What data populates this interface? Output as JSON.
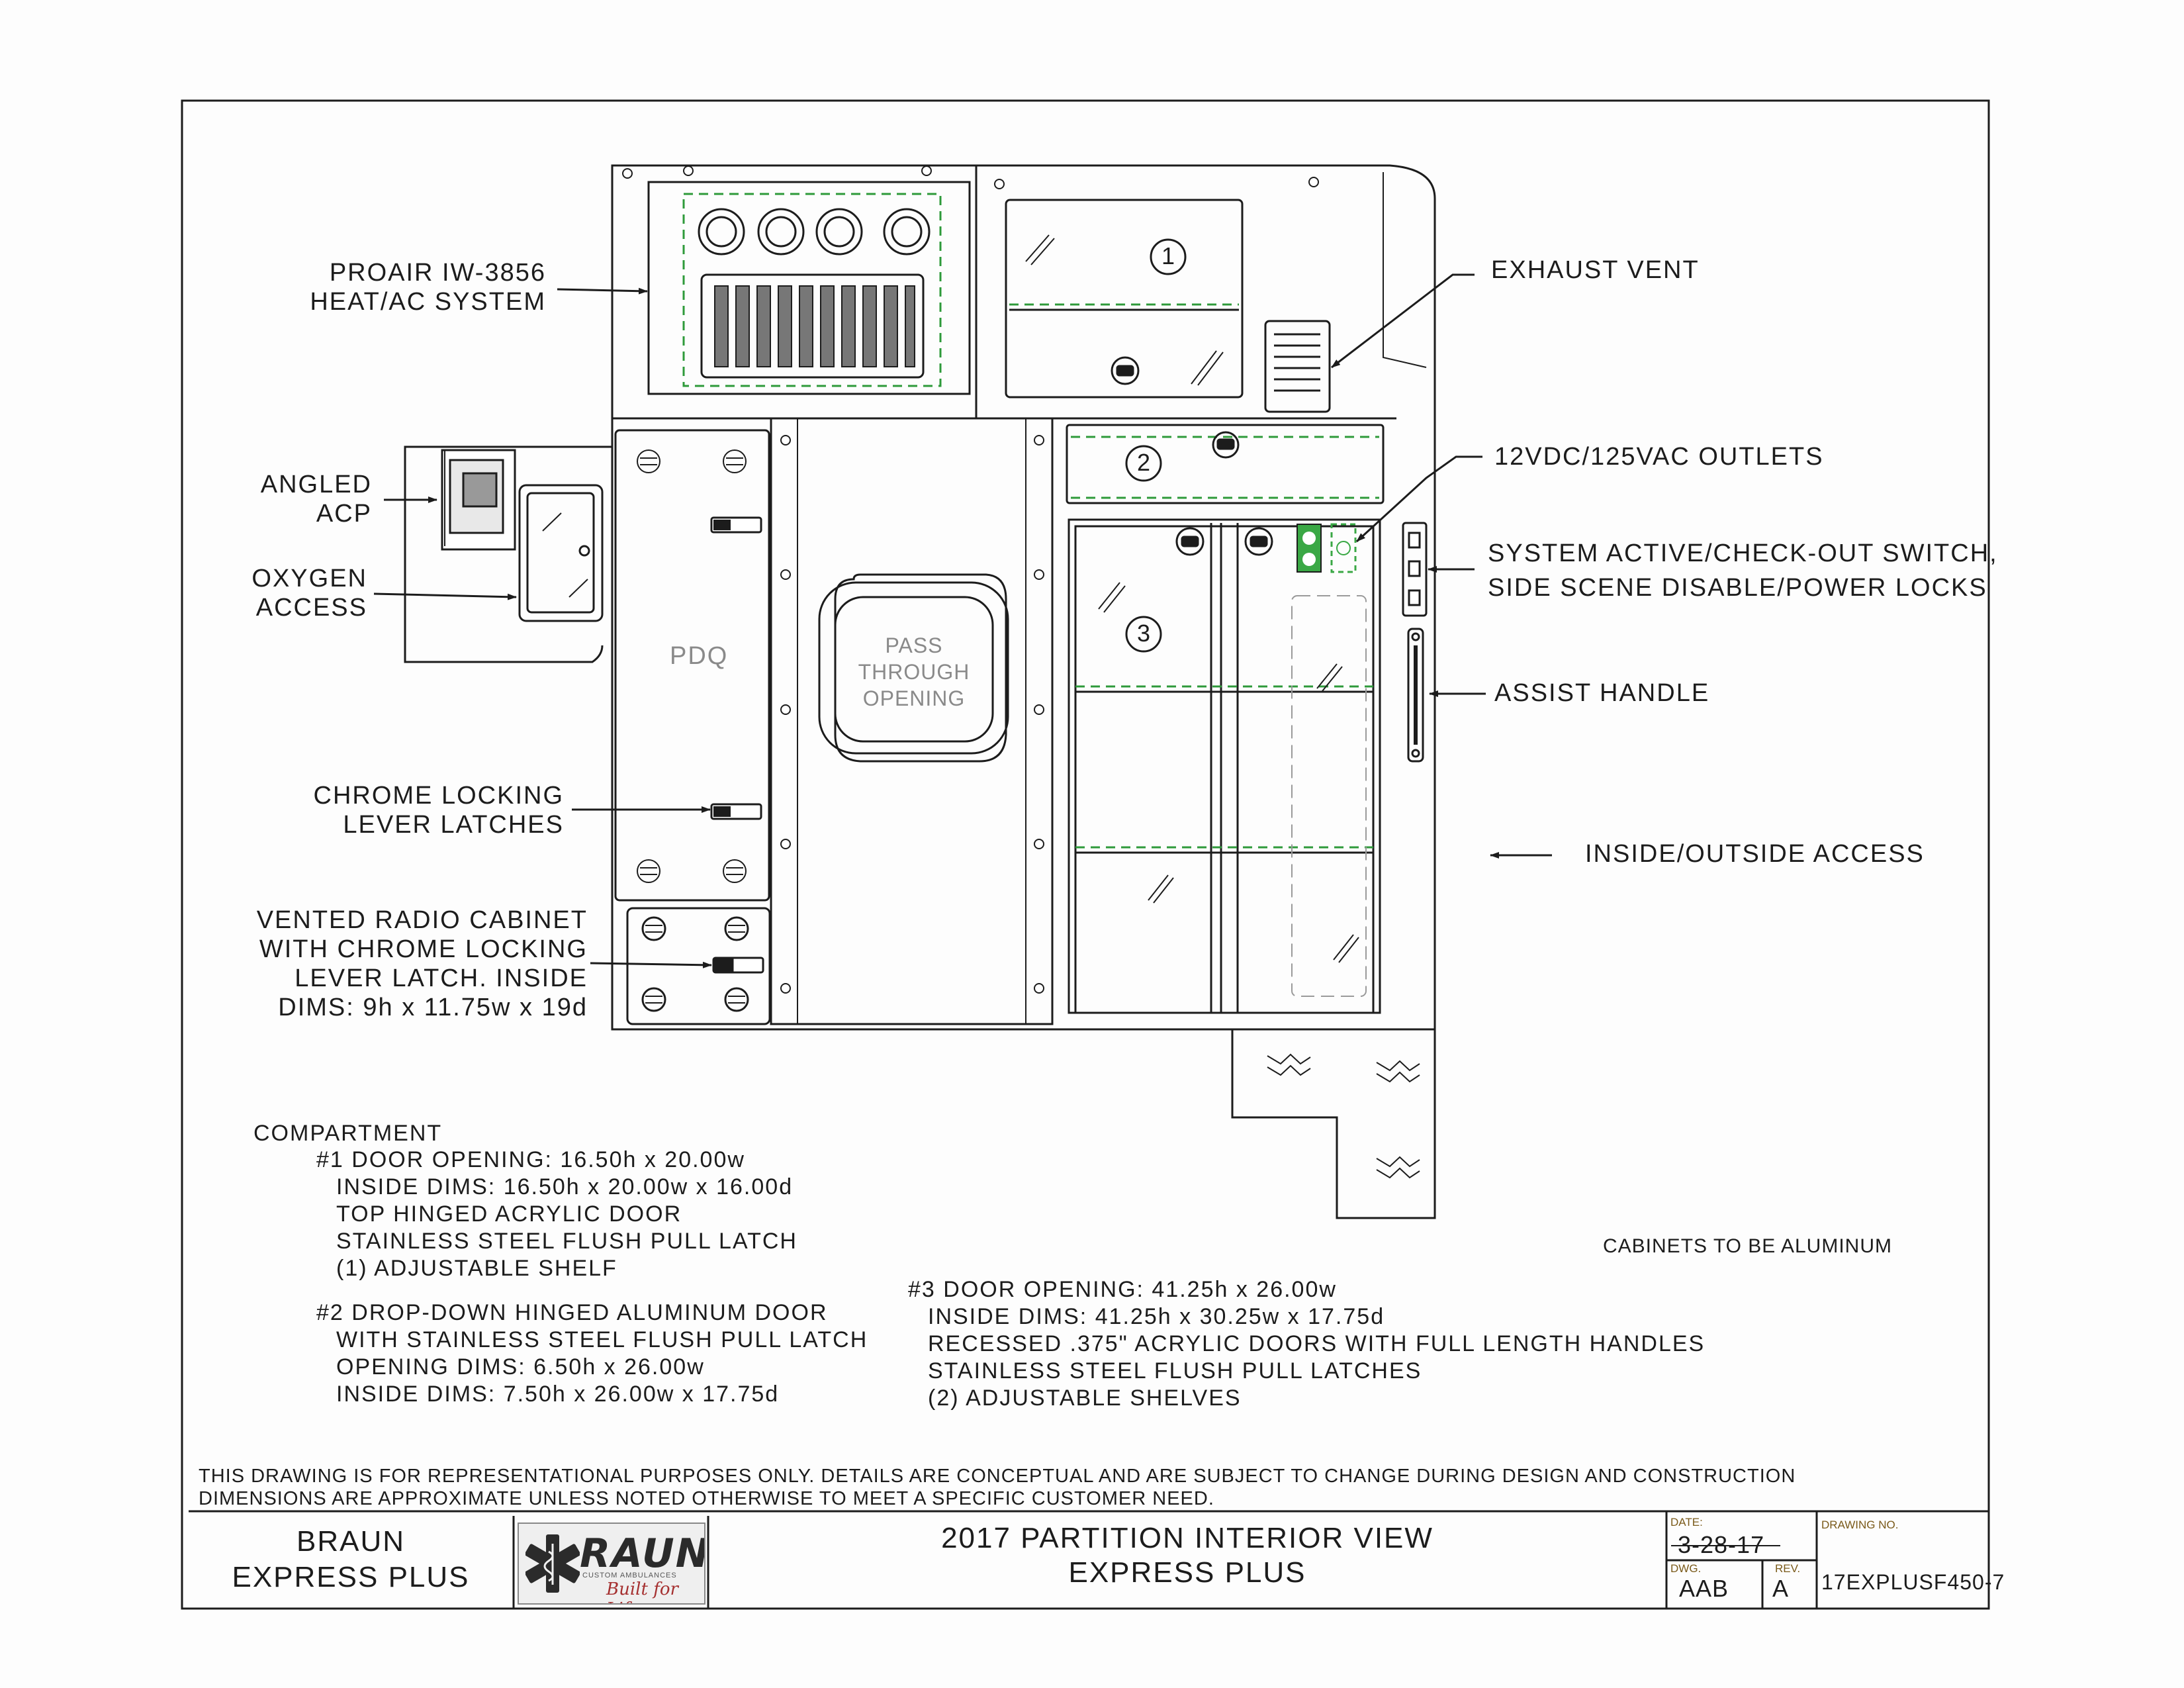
{
  "labels": {
    "proair": [
      "PROAIR IW-3856",
      "HEAT/AC SYSTEM"
    ],
    "angled_acp": [
      "ANGLED",
      "ACP"
    ],
    "oxygen_access": [
      "OXYGEN",
      "ACCESS"
    ],
    "chrome_latches": [
      "CHROME LOCKING",
      "LEVER LATCHES"
    ],
    "vented_radio": [
      "VENTED RADIO CABINET",
      "WITH CHROME LOCKING",
      "LEVER LATCH. INSIDE",
      "DIMS: 9h x 11.75w x 19d"
    ],
    "exhaust_vent": "EXHAUST VENT",
    "outlets": "12VDC/125VAC OUTLETS",
    "switches": [
      "SYSTEM ACTIVE/CHECK-OUT SWITCH,",
      "SIDE SCENE DISABLE/POWER LOCKS"
    ],
    "assist_handle": "ASSIST HANDLE",
    "inside_outside": "INSIDE/OUTSIDE ACCESS",
    "pdq": "PDQ",
    "pass_through": [
      "PASS",
      "THROUGH",
      "OPENING"
    ],
    "compartment_nums": [
      "1",
      "2",
      "3"
    ]
  },
  "notes": {
    "compartment_heading": "COMPARTMENT",
    "c1": [
      "#1 DOOR OPENING: 16.50h x 20.00w",
      "INSIDE DIMS: 16.50h x 20.00w x 16.00d",
      "TOP HINGED ACRYLIC DOOR",
      "STAINLESS STEEL FLUSH PULL LATCH",
      "(1) ADJUSTABLE SHELF"
    ],
    "c2": [
      "#2 DROP-DOWN HINGED ALUMINUM DOOR",
      "WITH STAINLESS STEEL FLUSH PULL LATCH",
      "OPENING DIMS: 6.50h x 26.00w",
      "INSIDE DIMS: 7.50h x 26.00w x 17.75d"
    ],
    "c3": [
      "#3 DOOR OPENING: 41.25h x 26.00w",
      "INSIDE DIMS: 41.25h x 30.25w x 17.75d",
      "RECESSED .375\" ACRYLIC DOORS WITH FULL LENGTH HANDLES",
      "STAINLESS STEEL FLUSH PULL LATCHES",
      "(2) ADJUSTABLE SHELVES"
    ],
    "cabinets": "CABINETS TO BE ALUMINUM"
  },
  "disclaimer": [
    "THIS DRAWING IS FOR REPRESENTATIONAL PURPOSES ONLY.  DETAILS ARE CONCEPTUAL AND ARE SUBJECT TO CHANGE DURING DESIGN AND CONSTRUCTION",
    "DIMENSIONS ARE APPROXIMATE UNLESS NOTED OTHERWISE TO MEET A SPECIFIC CUSTOMER NEED."
  ],
  "title_block": {
    "company": [
      "BRAUN",
      "EXPRESS PLUS"
    ],
    "logo_text": "RAUN",
    "logo_sub": "CUSTOM AMBULANCES",
    "logo_tagline": "Built for Life",
    "title": [
      "2017 PARTITION INTERIOR VIEW",
      "EXPRESS PLUS"
    ],
    "date_label": "DATE:",
    "date": "3-28-17",
    "dwg_label": "DWG.",
    "dwg": "AAB",
    "rev_label": "REV.",
    "rev": "A",
    "drawing_no_label": "DRAWING NO.",
    "drawing_no": "17EXPLUSF450-7"
  },
  "colors": {
    "line": "#1c1c1c",
    "green_dash": "#2e9a3a",
    "outlet_green": "#3aa845",
    "panel_gray": "#8a8a8a"
  }
}
